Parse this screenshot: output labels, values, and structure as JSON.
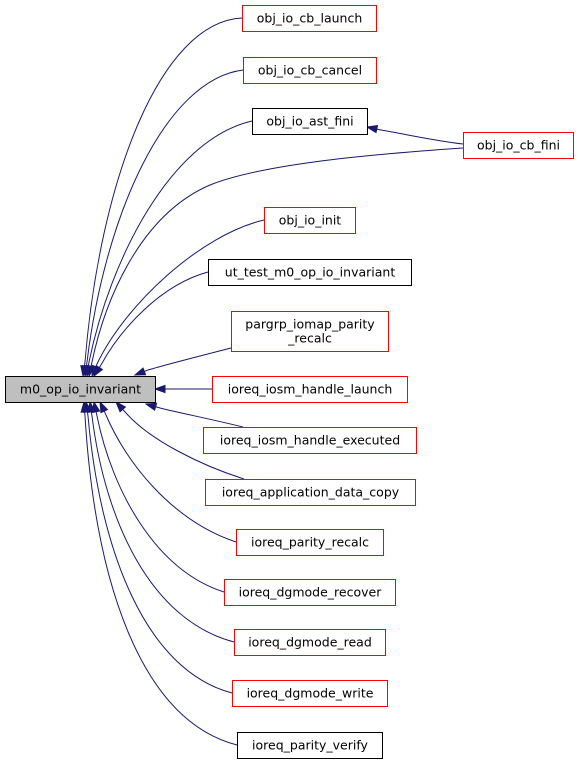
{
  "graph": {
    "focus": "m0_op_io_invariant",
    "nodes": {
      "m0_op_io_invariant": {
        "lines": [
          "m0_op_io_invariant"
        ],
        "style": "focus"
      },
      "obj_io_cb_launch": {
        "lines": [
          "obj_io_cb_launch"
        ],
        "style": "red"
      },
      "obj_io_cb_cancel": {
        "lines": [
          "obj_io_cb_cancel"
        ],
        "style": "red"
      },
      "obj_io_ast_fini": {
        "lines": [
          "obj_io_ast_fini"
        ],
        "style": "black"
      },
      "obj_io_cb_fini": {
        "lines": [
          "obj_io_cb_fini"
        ],
        "style": "red"
      },
      "obj_io_init": {
        "lines": [
          "obj_io_init"
        ],
        "style": "red"
      },
      "ut_test_m0_op_io_invariant": {
        "lines": [
          "ut_test_m0_op_io_invariant"
        ],
        "style": "black"
      },
      "pargrp_iomap_parity_recalc": {
        "lines": [
          "pargrp_iomap_parity",
          "_recalc"
        ],
        "style": "red"
      },
      "ioreq_iosm_handle_launch": {
        "lines": [
          "ioreq_iosm_handle_launch"
        ],
        "style": "red"
      },
      "ioreq_iosm_handle_executed": {
        "lines": [
          "ioreq_iosm_handle_executed"
        ],
        "style": "red"
      },
      "ioreq_application_data_copy": {
        "lines": [
          "ioreq_application_data_copy"
        ],
        "style": "red"
      },
      "ioreq_parity_recalc": {
        "lines": [
          "ioreq_parity_recalc"
        ],
        "style": "red"
      },
      "ioreq_dgmode_recover": {
        "lines": [
          "ioreq_dgmode_recover"
        ],
        "style": "red"
      },
      "ioreq_dgmode_read": {
        "lines": [
          "ioreq_dgmode_read"
        ],
        "style": "red"
      },
      "ioreq_dgmode_write": {
        "lines": [
          "ioreq_dgmode_write"
        ],
        "style": "red"
      },
      "ioreq_parity_verify": {
        "lines": [
          "ioreq_parity_verify"
        ],
        "style": "black"
      }
    },
    "edges": [
      {
        "from": "obj_io_cb_launch",
        "to": "m0_op_io_invariant"
      },
      {
        "from": "obj_io_cb_cancel",
        "to": "m0_op_io_invariant"
      },
      {
        "from": "obj_io_ast_fini",
        "to": "m0_op_io_invariant"
      },
      {
        "from": "obj_io_cb_fini",
        "to": "obj_io_ast_fini"
      },
      {
        "from": "obj_io_cb_fini",
        "to": "m0_op_io_invariant"
      },
      {
        "from": "obj_io_init",
        "to": "m0_op_io_invariant"
      },
      {
        "from": "ut_test_m0_op_io_invariant",
        "to": "m0_op_io_invariant"
      },
      {
        "from": "pargrp_iomap_parity_recalc",
        "to": "m0_op_io_invariant"
      },
      {
        "from": "ioreq_iosm_handle_launch",
        "to": "m0_op_io_invariant"
      },
      {
        "from": "ioreq_iosm_handle_executed",
        "to": "m0_op_io_invariant"
      },
      {
        "from": "ioreq_application_data_copy",
        "to": "m0_op_io_invariant"
      },
      {
        "from": "ioreq_parity_recalc",
        "to": "m0_op_io_invariant"
      },
      {
        "from": "ioreq_dgmode_recover",
        "to": "m0_op_io_invariant"
      },
      {
        "from": "ioreq_dgmode_read",
        "to": "m0_op_io_invariant"
      },
      {
        "from": "ioreq_dgmode_write",
        "to": "m0_op_io_invariant"
      },
      {
        "from": "ioreq_parity_verify",
        "to": "m0_op_io_invariant"
      }
    ]
  },
  "colors": {
    "edge": "#191970",
    "caller_border": "#ff0000",
    "plain_border": "#000000",
    "focus_fill": "#bfbfbf"
  }
}
